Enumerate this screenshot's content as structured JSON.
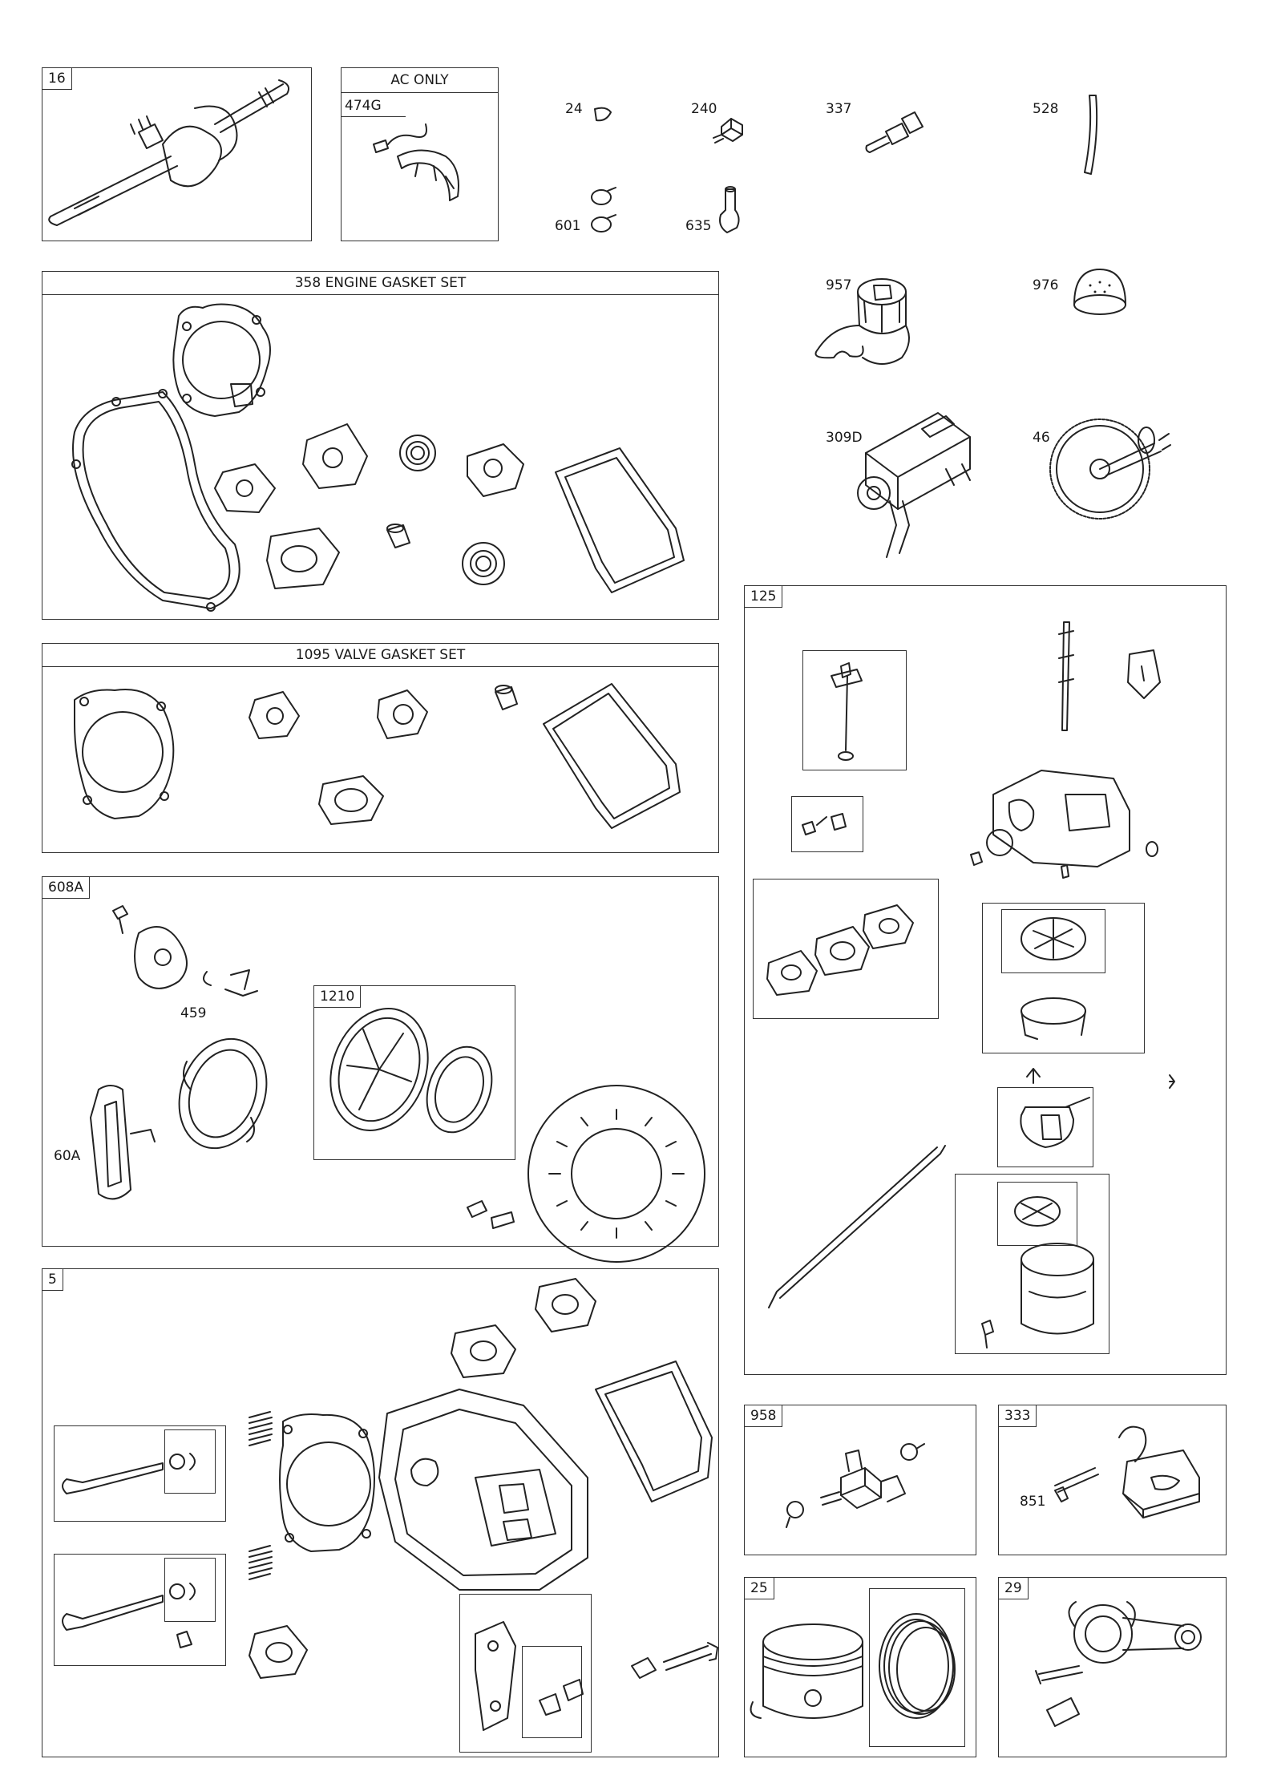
{
  "panels": {
    "crankshaft": {
      "tag": "16",
      "icon": "crankshaft-icon"
    },
    "ac_only": {
      "title": "AC ONLY",
      "tag": "474G",
      "icon": "stator-wire-icon"
    },
    "engine_gasket_set": {
      "title": "358 ENGINE GASKET SET"
    },
    "valve_gasket_set": {
      "title": "1095 VALVE GASKET SET"
    },
    "rewind_starter": {
      "tag": "608A",
      "sub_tag": "1210",
      "callouts": [
        "459",
        "60A"
      ]
    },
    "cylinder_head": {
      "tag": "5"
    },
    "carburetor": {
      "tag": "125"
    },
    "fuel_shutoff": {
      "tag": "958"
    },
    "oil_pan": {
      "tag": "333",
      "callout": "851"
    },
    "piston": {
      "tag": "25"
    },
    "connecting_rod": {
      "tag": "29"
    }
  },
  "loose_parts": [
    {
      "label": "24",
      "icon": "key-icon"
    },
    {
      "label": "240",
      "icon": "drain-plug-icon"
    },
    {
      "label": "337",
      "icon": "oil-sensor-icon"
    },
    {
      "label": "528",
      "icon": "fuel-line-icon"
    },
    {
      "label": "601",
      "icon": "hose-clamp-icon"
    },
    {
      "label": "635",
      "icon": "elbow-fitting-icon"
    },
    {
      "label": "957",
      "icon": "fuel-cap-icon"
    },
    {
      "label": "976",
      "icon": "cap-icon"
    },
    {
      "label": "309D",
      "icon": "electric-starter-icon"
    },
    {
      "label": "46",
      "icon": "camshaft-gear-icon"
    }
  ]
}
